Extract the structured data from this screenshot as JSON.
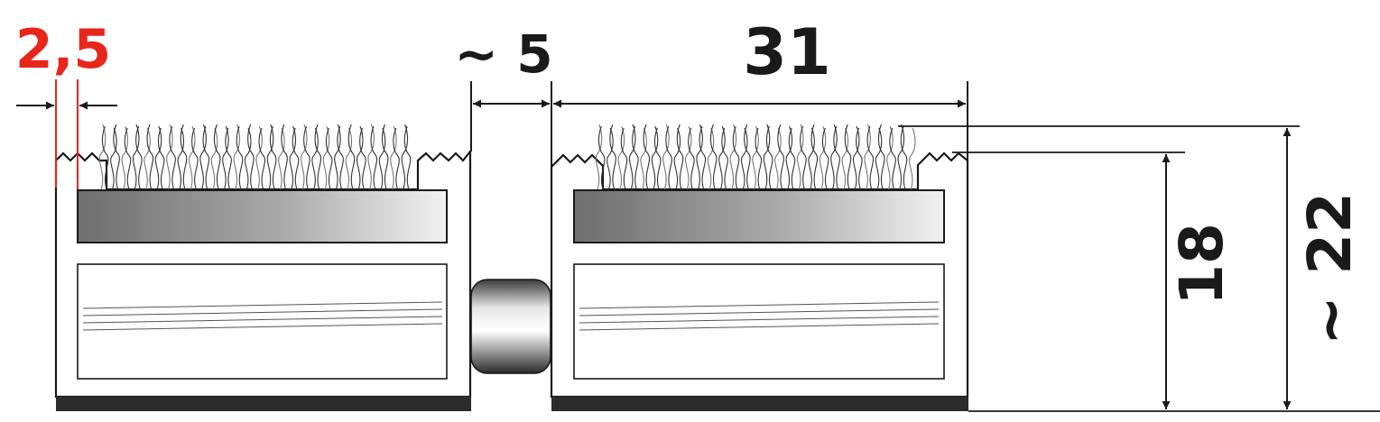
{
  "dimensions": {
    "edge_gap": "2,5",
    "joint_gap": "~ 5",
    "profile_width": "31",
    "profile_height": "18",
    "total_height": "~ 22"
  },
  "colors": {
    "edge_gap_label": "#e8261c",
    "line": "#1a1a1a",
    "base_strip": "#2b2b2b",
    "brush": "#333333",
    "insert_dark": "#6e6e6e",
    "insert_light": "#f0f0f0"
  }
}
